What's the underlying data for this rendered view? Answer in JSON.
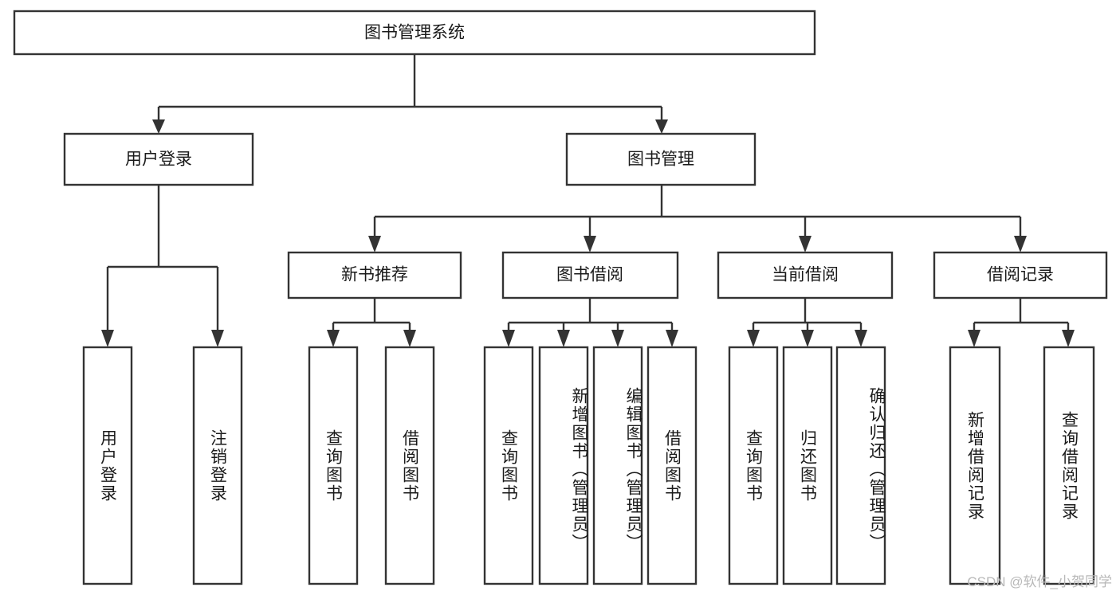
{
  "diagram": {
    "type": "tree-hierarchy",
    "title": "图书管理系统",
    "watermark": "CSDN @软件_小贺同学",
    "colors": {
      "stroke": "#333333",
      "fill": "#ffffff",
      "text": "#1a1a1a",
      "watermark": "#b8b8b8",
      "background": "#ffffff"
    },
    "levels": {
      "root": {
        "label": "图书管理系统",
        "orientation": "horizontal"
      },
      "level2": [
        {
          "id": "user-login",
          "label": "用户登录",
          "orientation": "horizontal"
        },
        {
          "id": "book-manage",
          "label": "图书管理",
          "orientation": "horizontal"
        }
      ],
      "level3": [
        {
          "id": "new-book-recommend",
          "label": "新书推荐",
          "orientation": "horizontal",
          "parent": "book-manage"
        },
        {
          "id": "book-borrow",
          "label": "图书借阅",
          "orientation": "horizontal",
          "parent": "book-manage"
        },
        {
          "id": "current-borrow",
          "label": "当前借阅",
          "orientation": "horizontal",
          "parent": "book-manage"
        },
        {
          "id": "borrow-record",
          "label": "借阅记录",
          "orientation": "horizontal",
          "parent": "book-manage"
        }
      ],
      "leaves": [
        {
          "id": "leaf-user-login",
          "label": "用户登录",
          "orientation": "vertical",
          "parent": "user-login"
        },
        {
          "id": "leaf-user-logout",
          "label": "注销登录",
          "orientation": "vertical",
          "parent": "user-login"
        },
        {
          "id": "leaf-query-book-1",
          "label": "查询图书",
          "orientation": "vertical",
          "parent": "new-book-recommend"
        },
        {
          "id": "leaf-borrow-book-1",
          "label": "借阅图书",
          "orientation": "vertical",
          "parent": "new-book-recommend"
        },
        {
          "id": "leaf-query-book-2",
          "label": "查询图书",
          "orientation": "vertical",
          "parent": "book-borrow"
        },
        {
          "id": "leaf-add-book",
          "label": "新增图书（管理员）",
          "orientation": "vertical",
          "parent": "book-borrow"
        },
        {
          "id": "leaf-edit-book",
          "label": "编辑图书（管理员）",
          "orientation": "vertical",
          "parent": "book-borrow"
        },
        {
          "id": "leaf-borrow-book-2",
          "label": "借阅图书",
          "orientation": "vertical",
          "parent": "book-borrow"
        },
        {
          "id": "leaf-query-book-3",
          "label": "查询图书",
          "orientation": "vertical",
          "parent": "current-borrow"
        },
        {
          "id": "leaf-return-book",
          "label": "归还图书",
          "orientation": "vertical",
          "parent": "current-borrow"
        },
        {
          "id": "leaf-confirm-return",
          "label": "确认归还（管理员）",
          "orientation": "vertical",
          "parent": "current-borrow"
        },
        {
          "id": "leaf-add-record",
          "label": "新增借阅记录",
          "orientation": "vertical",
          "parent": "borrow-record"
        },
        {
          "id": "leaf-query-record",
          "label": "查询借阅记录",
          "orientation": "vertical",
          "parent": "borrow-record"
        }
      ]
    }
  }
}
